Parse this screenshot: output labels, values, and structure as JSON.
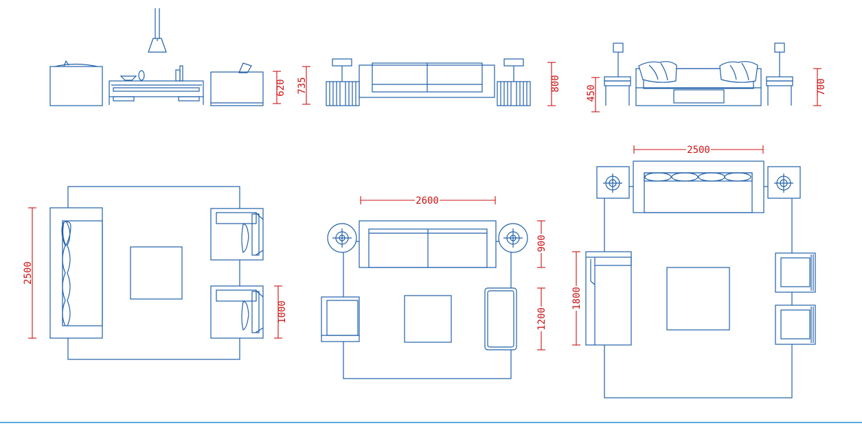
{
  "dimensions": {
    "elev1_h620": "620",
    "elev1_h735": "735",
    "elev2_h800": "800",
    "elev3_h450": "450",
    "elev3_h700": "700",
    "plan1_w2500": "2500",
    "plan1_h1000": "1000",
    "plan2_w2600": "2600",
    "plan2_h900": "900",
    "plan2_h1200": "1200",
    "plan3_w2500": "2500",
    "plan3_h1800": "1800"
  },
  "colors": {
    "linework": "#1f5fa8",
    "dimension": "#cc1111",
    "footer_rule": "#1f8fd0",
    "background": "#ffffff"
  }
}
